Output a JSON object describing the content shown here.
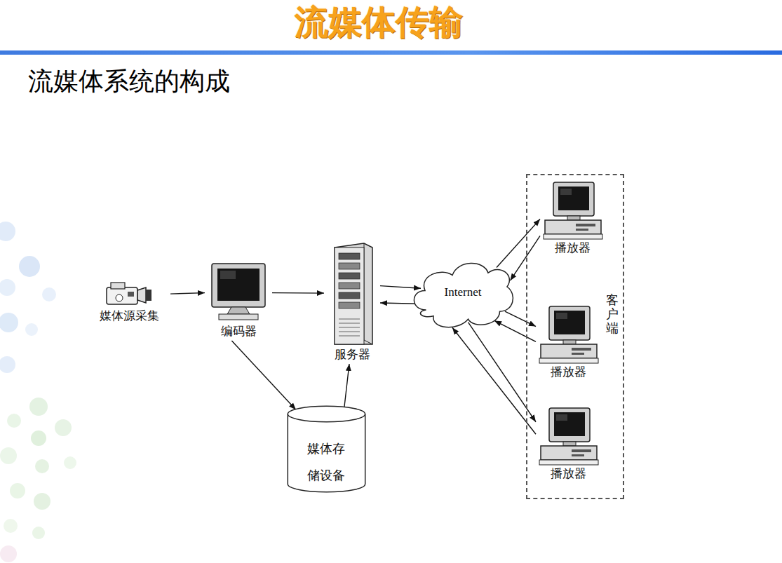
{
  "diagram": {
    "title": "流媒体传输",
    "nodes": [
      {
        "text": [
          "媒体源采集"
        ]
      },
      {
        "text": [
          "编码器"
        ]
      },
      {
        "text": [
          "服务器"
        ]
      },
      {
        "text": [
          "Internet"
        ]
      },
      {
        "text": [
          "媒体存储设备"
        ]
      },
      {
        "text": [
          "客户端"
        ]
      },
      {
        "text": [
          "播放器"
        ],
        "in": 5
      },
      {
        "text": [
          "播放器"
        ],
        "in": 5
      },
      {
        "text": [
          "播放器"
        ],
        "in": 5
      }
    ],
    "edges": [
      {
        "from": 0,
        "to": 1,
        "arrow": "to"
      },
      {
        "from": 1,
        "to": 2,
        "arrow": "to"
      },
      {
        "from": 1,
        "to": 4,
        "arrow": "to"
      },
      {
        "from": 4,
        "to": 2,
        "arrow": "to"
      },
      {
        "from": 2,
        "to": 3,
        "arrow": "to"
      },
      {
        "from": 3,
        "to": 2,
        "arrow": "to"
      },
      {
        "from": 3,
        "to": 6,
        "arrow": "to"
      },
      {
        "from": 6,
        "to": 3,
        "arrow": "to"
      },
      {
        "from": 3,
        "to": 7,
        "arrow": "to"
      },
      {
        "from": 7,
        "to": 3,
        "arrow": "to"
      },
      {
        "from": 3,
        "to": 8,
        "arrow": "to"
      },
      {
        "from": 8,
        "to": 3,
        "arrow": "to"
      }
    ],
    "labels": [
      "流媒体系统的构成"
    ]
  }
}
